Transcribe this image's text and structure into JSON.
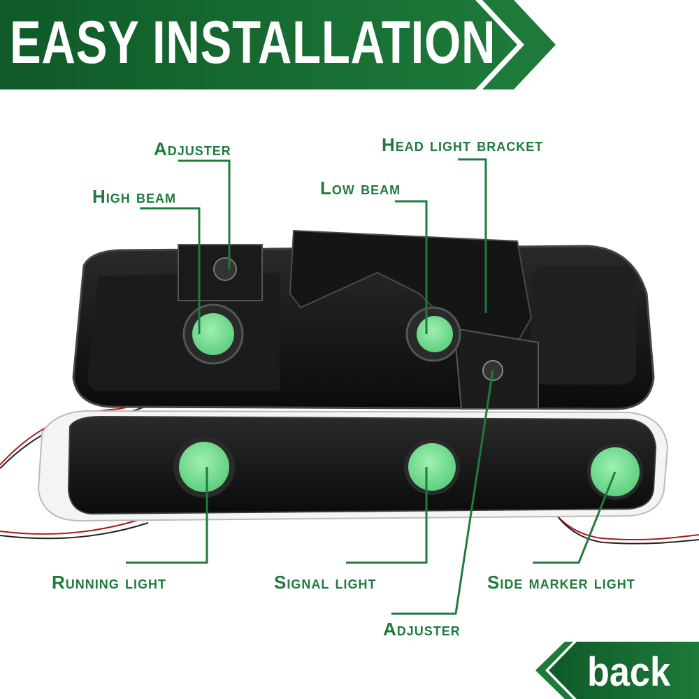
{
  "header": {
    "title": "EASY INSTALLATION"
  },
  "nav": {
    "back_label": "back"
  },
  "colors": {
    "brand_green": "#1f6b36",
    "label_green": "#1f7a3e",
    "lamp_glow": "#7fe39a",
    "housing": "#111111"
  },
  "labels": {
    "adjuster_top": "Adjuster",
    "high_beam": "High beam",
    "low_beam": "Low beam",
    "head_light_bracket": "Head light bracket",
    "running_light": "Running light",
    "signal_light": "Signal light",
    "side_marker_light": "Side marker light",
    "adjuster_bottom": "Adjuster"
  }
}
